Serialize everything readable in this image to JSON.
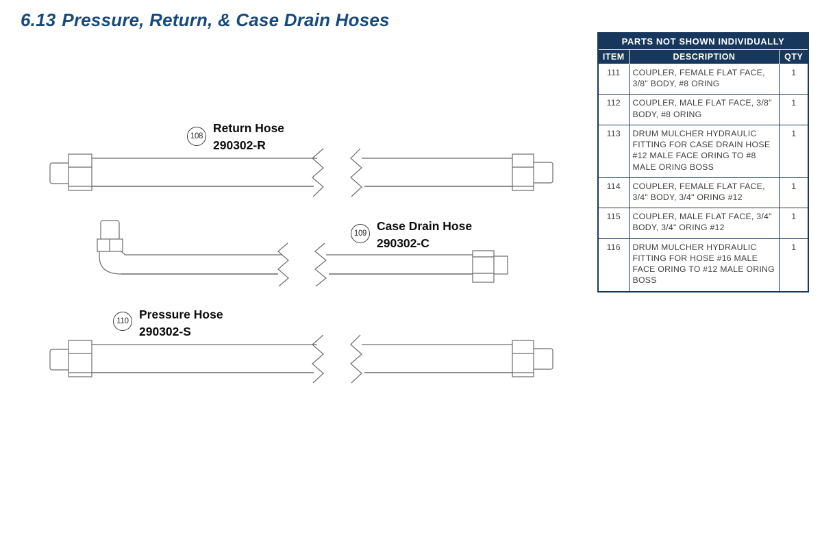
{
  "page": {
    "section_number": "6.13",
    "title": "Pressure, Return, & Case Drain Hoses"
  },
  "colors": {
    "table_navy": "#17375C",
    "title_blue": "#17497B",
    "body_text": "#3F3F3F",
    "drawing_gray": "#6B6B6B"
  },
  "parts_table": {
    "title": "PARTS NOT SHOWN INDIVIDUALLY",
    "columns": [
      "ITEM",
      "DESCRIPTION",
      "QTY"
    ],
    "rows": [
      {
        "item": "111",
        "description": "COUPLER, FEMALE FLAT FACE, 3/8\" BODY, #8 ORING",
        "qty": "1"
      },
      {
        "item": "112",
        "description": "COUPLER, MALE FLAT FACE, 3/8\" BODY, #8 ORING",
        "qty": "1"
      },
      {
        "item": "113",
        "description": "DRUM MULCHER HYDRAULIC FITTING FOR CASE DRAIN HOSE #12 MALE FACE ORING TO #8 MALE ORING BOSS",
        "qty": "1"
      },
      {
        "item": "114",
        "description": "COUPLER, FEMALE FLAT FACE, 3/4\" BODY, 3/4\" ORING #12",
        "qty": "1"
      },
      {
        "item": "115",
        "description": "COUPLER, MALE FLAT FACE, 3/4\" BODY, 3/4\" ORING #12",
        "qty": "1"
      },
      {
        "item": "116",
        "description": "DRUM MULCHER HYDRAULIC FITTING FOR HOSE #16 MALE FACE ORING TO #12 MALE ORING BOSS",
        "qty": "1"
      }
    ]
  },
  "callouts": [
    {
      "number": "108",
      "name": "Return Hose",
      "part_number": "290302-R"
    },
    {
      "number": "109",
      "name": "Case Drain Hose",
      "part_number": "290302-C"
    },
    {
      "number": "110",
      "name": "Pressure Hose",
      "part_number": "290302-S"
    }
  ]
}
